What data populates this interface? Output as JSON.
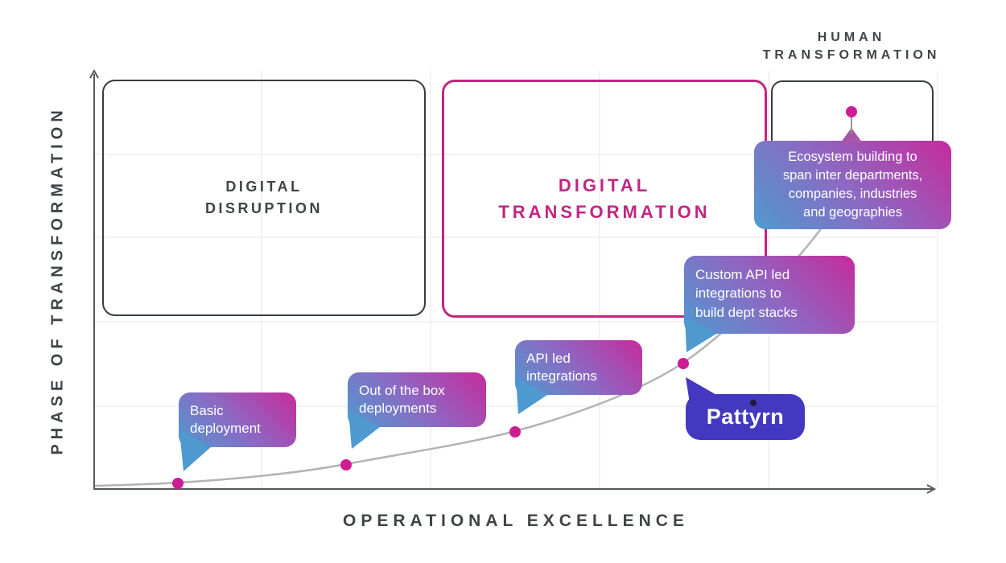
{
  "colors": {
    "accent_magenta": "#c22580",
    "ink": "#3f4448",
    "dot_pink": "#ce1c94",
    "curve_gray": "#b3b3b3",
    "grid_gray": "#ededed",
    "bubble_gradient_start": "#4e9ad0",
    "bubble_gradient_end": "#c62b9c",
    "brand_blue": "#4338bf"
  },
  "axes": {
    "y_label": "PHASE OF TRANSFORMATION",
    "x_label": "OPERATIONAL EXCELLENCE"
  },
  "zones": {
    "digital_disruption": {
      "label": "DIGITAL\nDISRUPTION"
    },
    "digital_transformation": {
      "label": "DIGITAL\nTRANSFORMATION"
    },
    "human_transformation": {
      "title": "HUMAN\nTRANSFORMATION"
    }
  },
  "milestones": [
    {
      "label": "Basic\ndeployment"
    },
    {
      "label": "Out of the box\ndeployments"
    },
    {
      "label": "API led\nintegrations"
    },
    {
      "label": "Custom API led\nintegrations to\nbuild dept stacks"
    },
    {
      "label": "Ecosystem building to\nspan inter departments,\ncompanies, industries\nand geographies"
    }
  ],
  "brand": {
    "name": "Pattyrn"
  }
}
